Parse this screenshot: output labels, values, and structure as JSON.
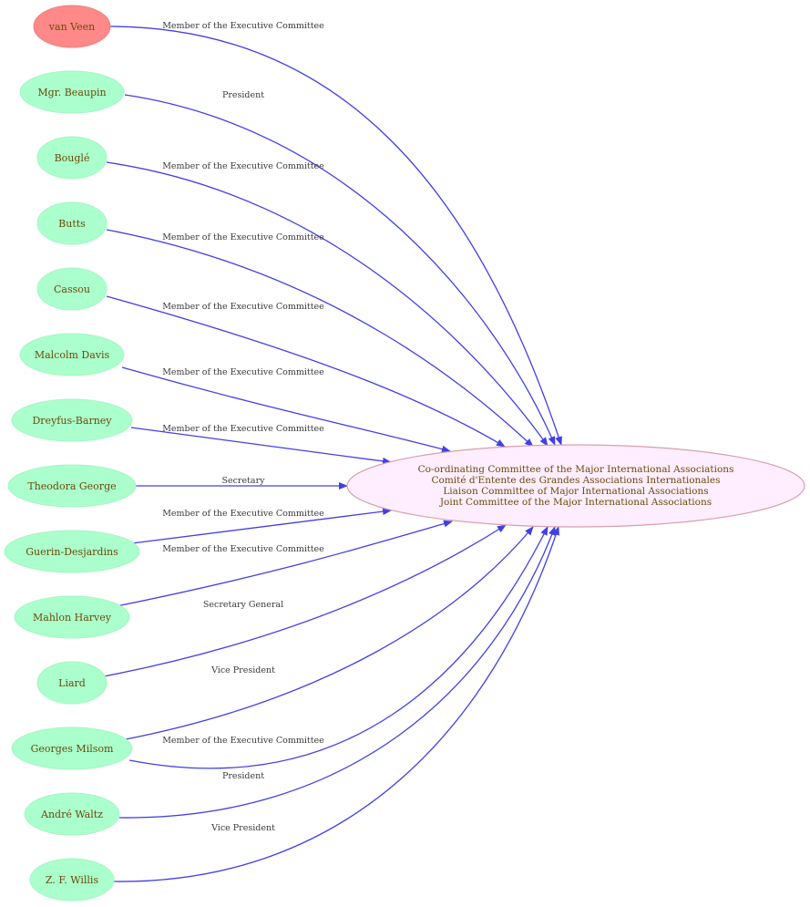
{
  "colors": {
    "person_fill": "#aaffcc",
    "highlight_fill": "#ff8888",
    "center_fill": "#ffeeff",
    "center_stroke": "#d9a0a8",
    "edge": "#4040e8"
  },
  "center": {
    "lines": [
      "Co-ordinating Committee of the Major International Associations",
      "Comité d'Entente des Grandes Associations Internationales",
      "Liaison Committee of Major International Associations",
      "Joint Committee of the Major International Associations"
    ]
  },
  "nodes": [
    {
      "name": "van Veen",
      "role": "Member of the Executive Committee",
      "highlight": true
    },
    {
      "name": "Mgr. Beaupin",
      "role": "President",
      "highlight": false
    },
    {
      "name": "Bouglé",
      "role": "Member of the Executive Committee",
      "highlight": false
    },
    {
      "name": "Butts",
      "role": "Member of the Executive Committee",
      "highlight": false
    },
    {
      "name": "Cassou",
      "role": "Member of the Executive Committee",
      "highlight": false
    },
    {
      "name": "Malcolm Davis",
      "role": "Member of the Executive Committee",
      "highlight": false
    },
    {
      "name": "Dreyfus-Barney",
      "role": "Member of the Executive Committee",
      "highlight": false
    },
    {
      "name": "Theodora George",
      "role": "Secretary",
      "highlight": false
    },
    {
      "name": "Guerin-Desjardins",
      "role": "Member of the Executive Committee",
      "highlight": false
    },
    {
      "name": "Mahlon Harvey",
      "role": "Member of the Executive Committee",
      "highlight": false
    },
    {
      "name": "Liard",
      "role": "Secretary General",
      "highlight": false
    },
    {
      "name": "Georges Milsom",
      "role": "Vice President",
      "highlight": false
    },
    {
      "name": "Georges Milsom",
      "role": "Member of the Executive Committee",
      "highlight": false,
      "duplicate_edge": true
    },
    {
      "name": "André Waltz",
      "role": "President",
      "highlight": false
    },
    {
      "name": "Z. F. Willis",
      "role": "Vice President",
      "highlight": false
    }
  ]
}
